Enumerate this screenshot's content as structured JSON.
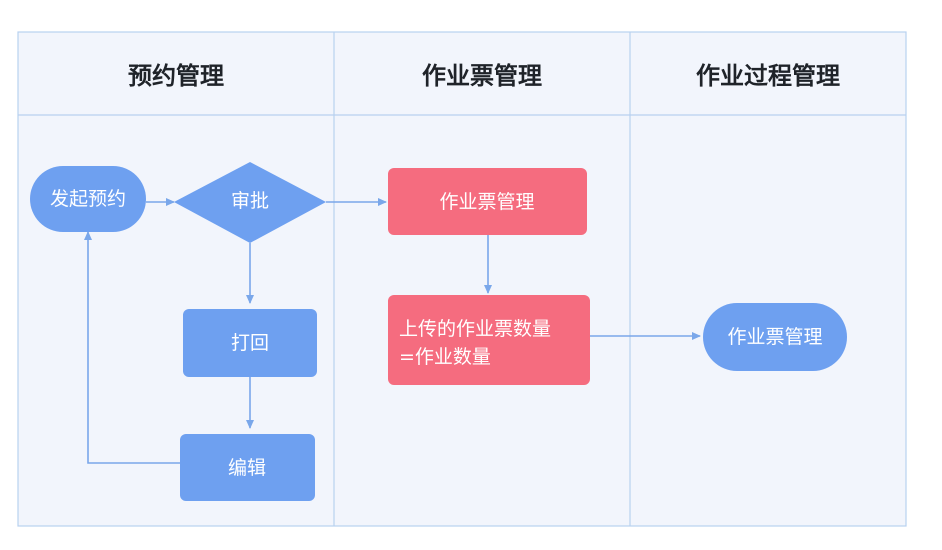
{
  "lanes": [
    {
      "title": "预约管理"
    },
    {
      "title": "作业票管理"
    },
    {
      "title": "作业过程管理"
    }
  ],
  "nodes": {
    "initiate": {
      "label": "发起预约",
      "shape": "stadium",
      "color": "#6ea0f0"
    },
    "approve": {
      "label": "审批",
      "shape": "diamond",
      "color": "#6ea0f0"
    },
    "reject": {
      "label": "打回",
      "shape": "rounded-rect",
      "color": "#6ea0f0"
    },
    "edit": {
      "label": "编辑",
      "shape": "rounded-rect",
      "color": "#6ea0f0"
    },
    "ticket": {
      "label": "作业票管理",
      "shape": "rounded-rect",
      "color": "#f56c7f"
    },
    "upload": {
      "lines": [
        "上传的作业票数量",
        "=作业数量"
      ],
      "shape": "rounded-rect",
      "color": "#f56c7f"
    },
    "process": {
      "label": "作业票管理",
      "shape": "stadium",
      "color": "#6ea0f0"
    }
  },
  "colors": {
    "lane_bg": "#f2f5fc",
    "lane_border": "#b8d1f0",
    "edge": "#7aa7ea",
    "blue_node": "#6ea0f0",
    "red_node": "#f56c7f"
  }
}
